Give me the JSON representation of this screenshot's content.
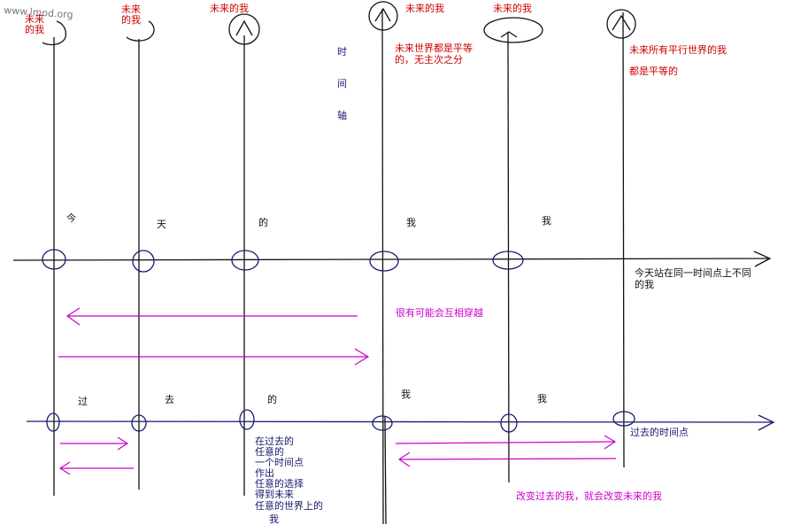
{
  "watermark": "www.lmod.org",
  "colors": {
    "black": "#111111",
    "blue": "#1a1a6e",
    "red": "#cc0000",
    "magenta": "#cc00cc"
  },
  "future_labels": {
    "f1a": "未来",
    "f1b": "的我",
    "f2a": "未来",
    "f2b": "的我",
    "f3": "未来的我",
    "f4": "未来的我",
    "f5": "未来的我"
  },
  "time_axis_label": [
    "时",
    "间",
    "轴"
  ],
  "future_equal_note": [
    "未来世界都是平等",
    "的，无主次之分"
  ],
  "parallel_note": [
    "未来所有平行世界的我",
    "都是平等的"
  ],
  "today_chars": [
    "今",
    "天",
    "的",
    "我",
    "我"
  ],
  "today_note": [
    "今天站在同一时间点上不同",
    "的我"
  ],
  "cross_note": "很有可能会互相穿越",
  "past_chars": [
    "过",
    "去",
    "的",
    "我",
    "我"
  ],
  "past_point_label": "过去的时间点",
  "choice_note": [
    "在过去的",
    "任意的",
    "一个时间点",
    "作出",
    "任意的选择",
    "得到未来",
    "任意的世界上的",
    "我"
  ],
  "change_note": "改变过去的我，就会改变未来的我"
}
